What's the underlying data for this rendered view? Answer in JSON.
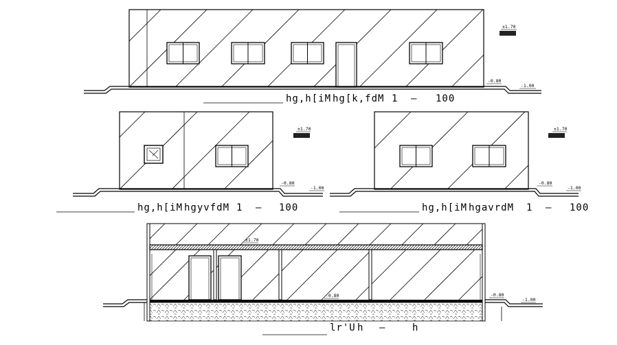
{
  "drawing": {
    "elevations": [
      {
        "id": "front",
        "title_parts": [
          "hg,h[iM",
          "hg[k,fdM",
          "1",
          "–",
          "100"
        ],
        "levels": {
          "top": "±1.70",
          "step": "-0.80",
          "ground": "-1.00"
        }
      },
      {
        "id": "side-left",
        "title_parts": [
          "hg,h[iM",
          "hgyvfdM",
          "1",
          "–",
          "100"
        ],
        "levels": {
          "top": "±1.70",
          "step": "-0.80",
          "ground": "-1.00"
        }
      },
      {
        "id": "side-right",
        "title_parts": [
          "hg,h[iM",
          "hgavrdM",
          "1",
          "–",
          "100"
        ],
        "levels": {
          "top": "±1.70",
          "step": "-0.80",
          "ground": "-1.00"
        }
      },
      {
        "id": "section",
        "title_parts": [
          "lr'U",
          "h",
          "–",
          "h"
        ],
        "levels": {
          "top": "±1.70",
          "floor": "-0.80",
          "step": "-0.80",
          "ground": "-1.00"
        }
      }
    ]
  }
}
